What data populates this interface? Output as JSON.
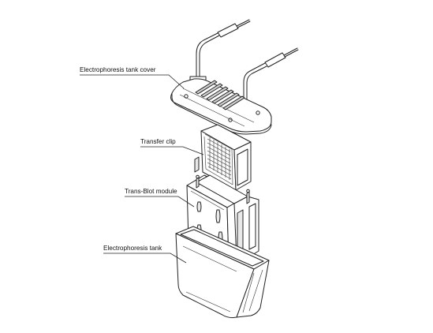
{
  "labels": {
    "cover": "Electrophoresis tank cover",
    "clip": "Transfer clip",
    "module": "Trans-Blot module",
    "tank": "Electrophoresis tank"
  }
}
